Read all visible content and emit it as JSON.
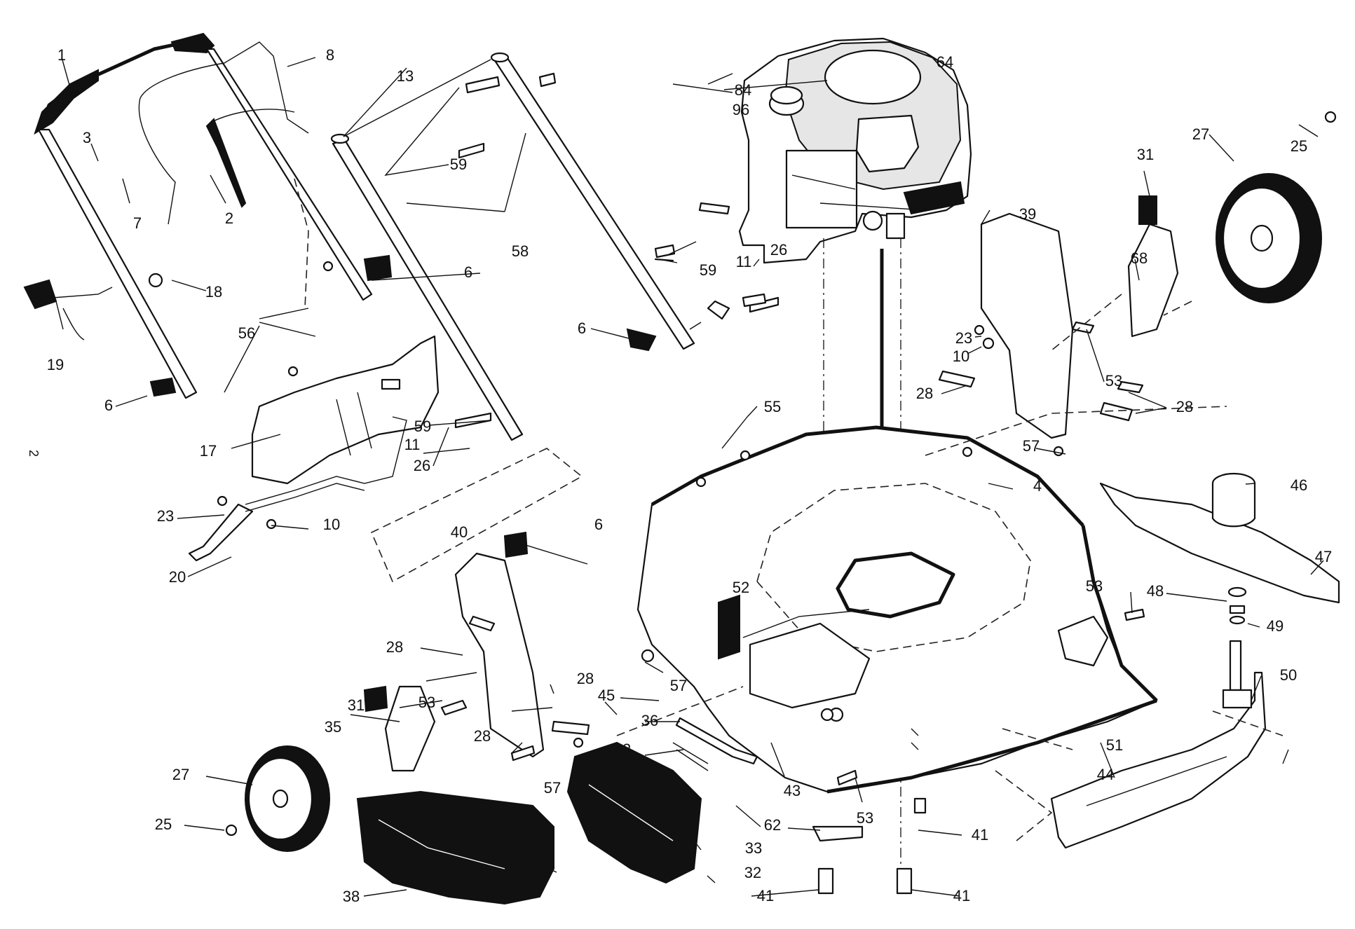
{
  "page_mark": "2",
  "callouts": {
    "c1": "1",
    "c2": "2",
    "c3": "3",
    "c4": "4",
    "c6a": "6",
    "c6b": "6",
    "c6c": "6",
    "c6d": "6",
    "c7": "7",
    "c8": "8",
    "c10a": "10",
    "c10b": "10",
    "c11a": "11",
    "c11b": "11",
    "c13": "13",
    "c17": "17",
    "c18": "18",
    "c19": "19",
    "c20": "20",
    "c23a": "23",
    "c23b": "23",
    "c25a": "25",
    "c25b": "25",
    "c26a": "26",
    "c26b": "26",
    "c27a": "27",
    "c27b": "27",
    "c28a": "28",
    "c28b": "28",
    "c28c": "28",
    "c28d": "28",
    "c28e": "28",
    "c31a": "31",
    "c31b": "31",
    "c32": "32",
    "c33": "33",
    "c35": "35",
    "c36": "36",
    "c38": "38",
    "c39": "39",
    "c40": "40",
    "c41a": "41",
    "c41b": "41",
    "c41c": "41",
    "c42": "42",
    "c43": "43",
    "c44": "44",
    "c45": "45",
    "c46": "46",
    "c47": "47",
    "c48": "48",
    "c49": "49",
    "c50": "50",
    "c51": "51",
    "c52": "52",
    "c53a": "53",
    "c53b": "53",
    "c53c": "53",
    "c53d": "53",
    "c55": "55",
    "c56": "56",
    "c57a": "57",
    "c57b": "57",
    "c57c": "57",
    "c58": "58",
    "c59a": "59",
    "c59b": "59",
    "c59c": "59",
    "c62": "62",
    "c64": "64",
    "c68": "68",
    "c84": "84",
    "c96": "96"
  }
}
